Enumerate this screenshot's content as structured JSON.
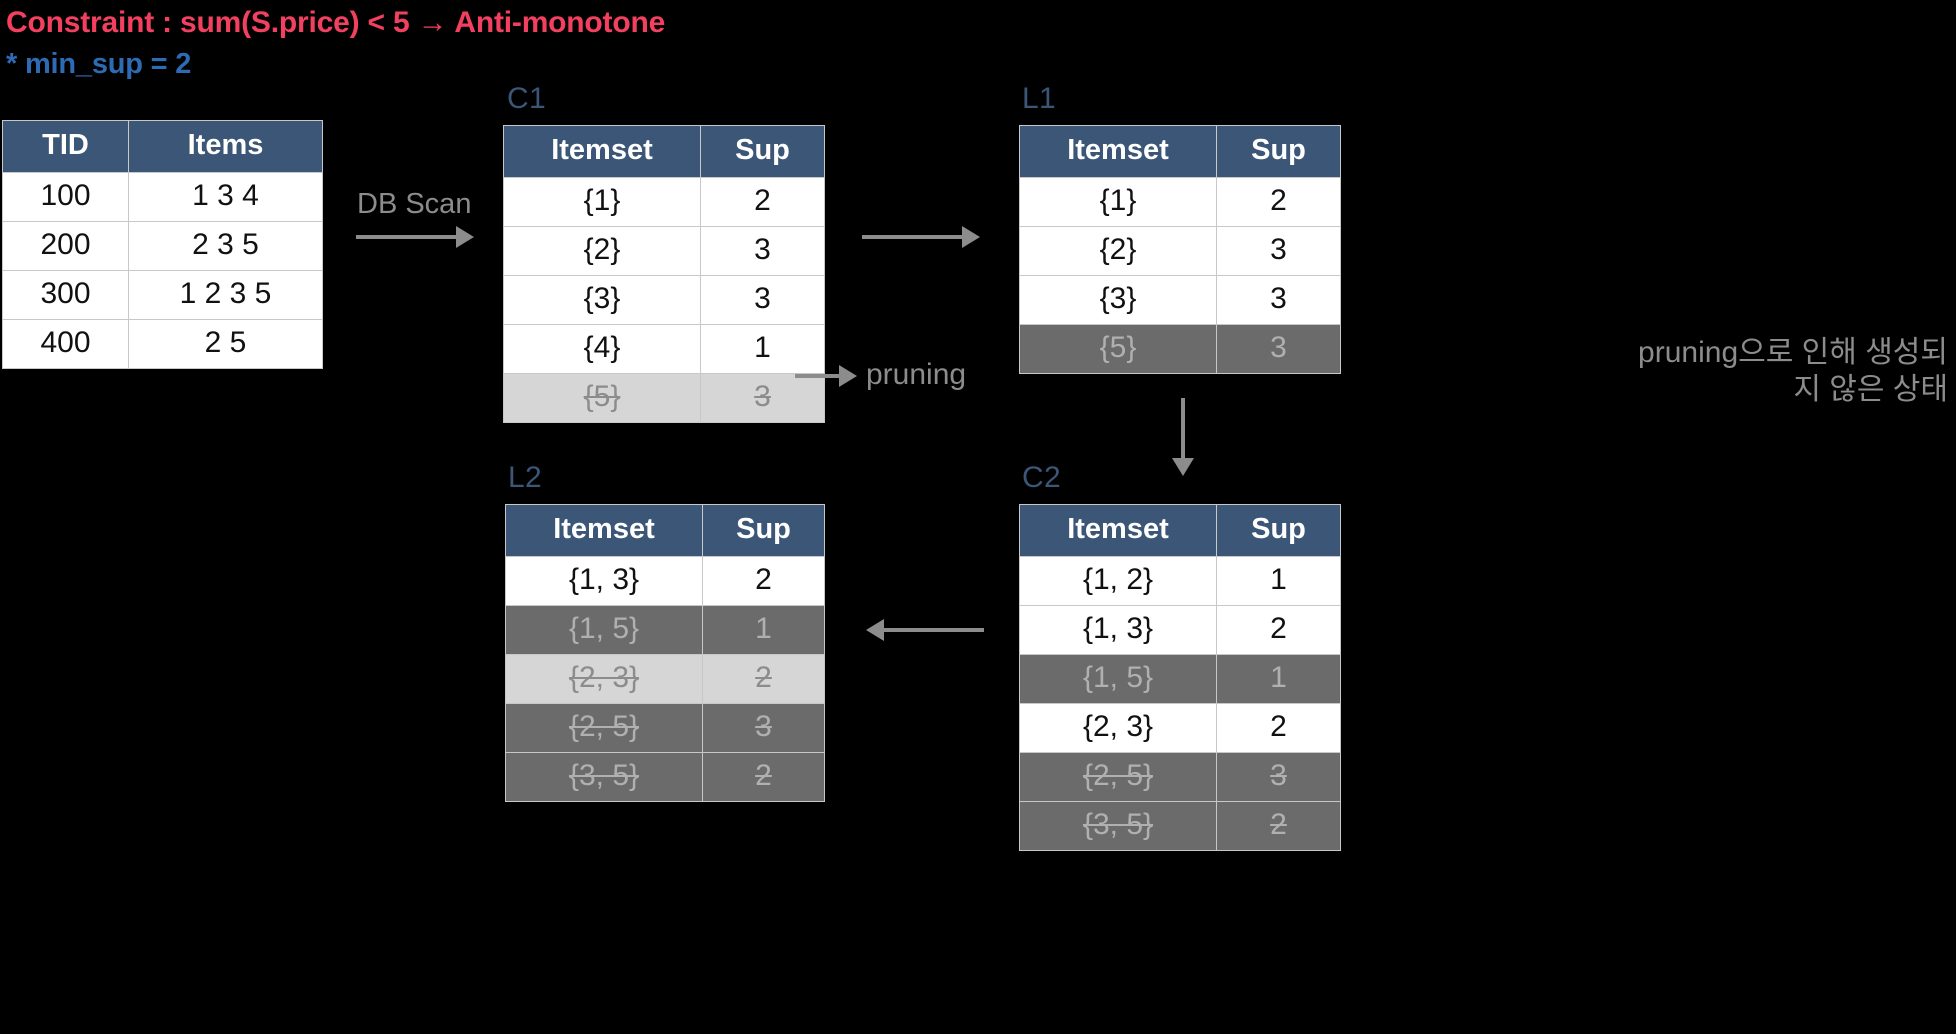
{
  "notes": {
    "constraint": "Constraint : sum(S.price) < 5 → Anti-monotone",
    "min_sup": "* min_sup = 2"
  },
  "labels": {
    "db_scan": "DB Scan",
    "pruning": "pruning",
    "korean_note": "pruning으로 인해 생성되지 않은 상태"
  },
  "colors": {
    "header_blue": "#3b5677",
    "constraint_red": "#f44060",
    "minsup_blue": "#2e6bb5",
    "arrow_gray": "#8c8c8c",
    "pruned_light": "#d6d6d6",
    "pruned_dark": "#6b6b6b"
  },
  "tables": {
    "transactions": {
      "caption": "",
      "columns": [
        "TID",
        "Items"
      ],
      "rows": [
        {
          "cells": [
            "100",
            "1 3 4"
          ],
          "state": "normal"
        },
        {
          "cells": [
            "200",
            "2 3 5"
          ],
          "state": "normal"
        },
        {
          "cells": [
            "300",
            "1 2 3 5"
          ],
          "state": "normal"
        },
        {
          "cells": [
            "400",
            "2 5"
          ],
          "state": "normal"
        }
      ]
    },
    "c1": {
      "caption": "C1",
      "columns": [
        "Itemset",
        "Sup"
      ],
      "rows": [
        {
          "cells": [
            "{1}",
            "2"
          ],
          "state": "normal"
        },
        {
          "cells": [
            "{2}",
            "3"
          ],
          "state": "normal"
        },
        {
          "cells": [
            "{3}",
            "3"
          ],
          "state": "normal"
        },
        {
          "cells": [
            "{4}",
            "1"
          ],
          "state": "normal"
        },
        {
          "cells": [
            "{5}",
            "3"
          ],
          "state": "pruned-light"
        }
      ]
    },
    "l1": {
      "caption": "L1",
      "columns": [
        "Itemset",
        "Sup"
      ],
      "rows": [
        {
          "cells": [
            "{1}",
            "2"
          ],
          "state": "normal"
        },
        {
          "cells": [
            "{2}",
            "3"
          ],
          "state": "normal"
        },
        {
          "cells": [
            "{3}",
            "3"
          ],
          "state": "normal"
        },
        {
          "cells": [
            "{5}",
            "3"
          ],
          "state": "pruned-dark"
        }
      ]
    },
    "c2": {
      "caption": "C2",
      "columns": [
        "Itemset",
        "Sup"
      ],
      "rows": [
        {
          "cells": [
            "{1, 2}",
            "1"
          ],
          "state": "normal"
        },
        {
          "cells": [
            "{1, 3}",
            "2"
          ],
          "state": "normal"
        },
        {
          "cells": [
            "{1, 5}",
            "1"
          ],
          "state": "pruned-dark"
        },
        {
          "cells": [
            "{2, 3}",
            "2"
          ],
          "state": "normal"
        },
        {
          "cells": [
            "{2, 5}",
            "3"
          ],
          "state": "pruned-dark-struck"
        },
        {
          "cells": [
            "{3, 5}",
            "2"
          ],
          "state": "pruned-dark-struck"
        }
      ]
    },
    "l2": {
      "caption": "L2",
      "columns": [
        "Itemset",
        "Sup"
      ],
      "rows": [
        {
          "cells": [
            "{1, 3}",
            "2"
          ],
          "state": "normal"
        },
        {
          "cells": [
            "{1, 5}",
            "1"
          ],
          "state": "pruned-dark"
        },
        {
          "cells": [
            "{2, 3}",
            "2"
          ],
          "state": "pruned-light"
        },
        {
          "cells": [
            "{2, 5}",
            "3"
          ],
          "state": "pruned-dark-struck"
        },
        {
          "cells": [
            "{3, 5}",
            "2"
          ],
          "state": "pruned-dark-struck"
        }
      ]
    }
  }
}
